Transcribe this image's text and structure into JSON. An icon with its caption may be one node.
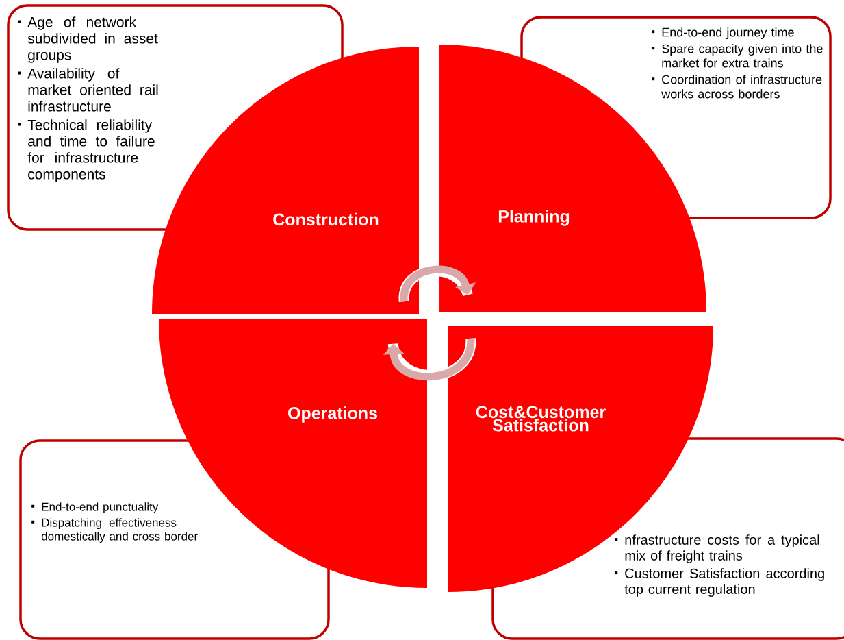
{
  "diagram": {
    "nodes": [
      {
        "text": [
          "Age of network subdivided in asset groups",
          "Availability of market oriented rail infrastructure",
          "Technical reliability and time to failure for infrastructure components"
        ]
      },
      {
        "text": [
          "End-to-end journey time",
          "Spare capacity given into the market for extra trains",
          "Coordination of infrastructure works across borders"
        ]
      },
      {
        "text": [
          "Construction"
        ]
      },
      {
        "text": [
          "Planning"
        ]
      },
      {
        "text": [
          "Operations"
        ]
      },
      {
        "text": [
          "Cost&Customer Satisfaction"
        ]
      },
      {
        "text": [
          "End-to-end punctuality",
          "Dispatching effectiveness domestically and cross border"
        ]
      },
      {
        "text": [
          "nfrastructure costs for a typical mix of freight trains",
          "Customer Satisfaction according top current regulation"
        ]
      }
    ],
    "edges": [
      {
        "from": 2,
        "to": 3,
        "arrow": "to"
      },
      {
        "from": 5,
        "to": 4,
        "arrow": "to"
      }
    ]
  }
}
